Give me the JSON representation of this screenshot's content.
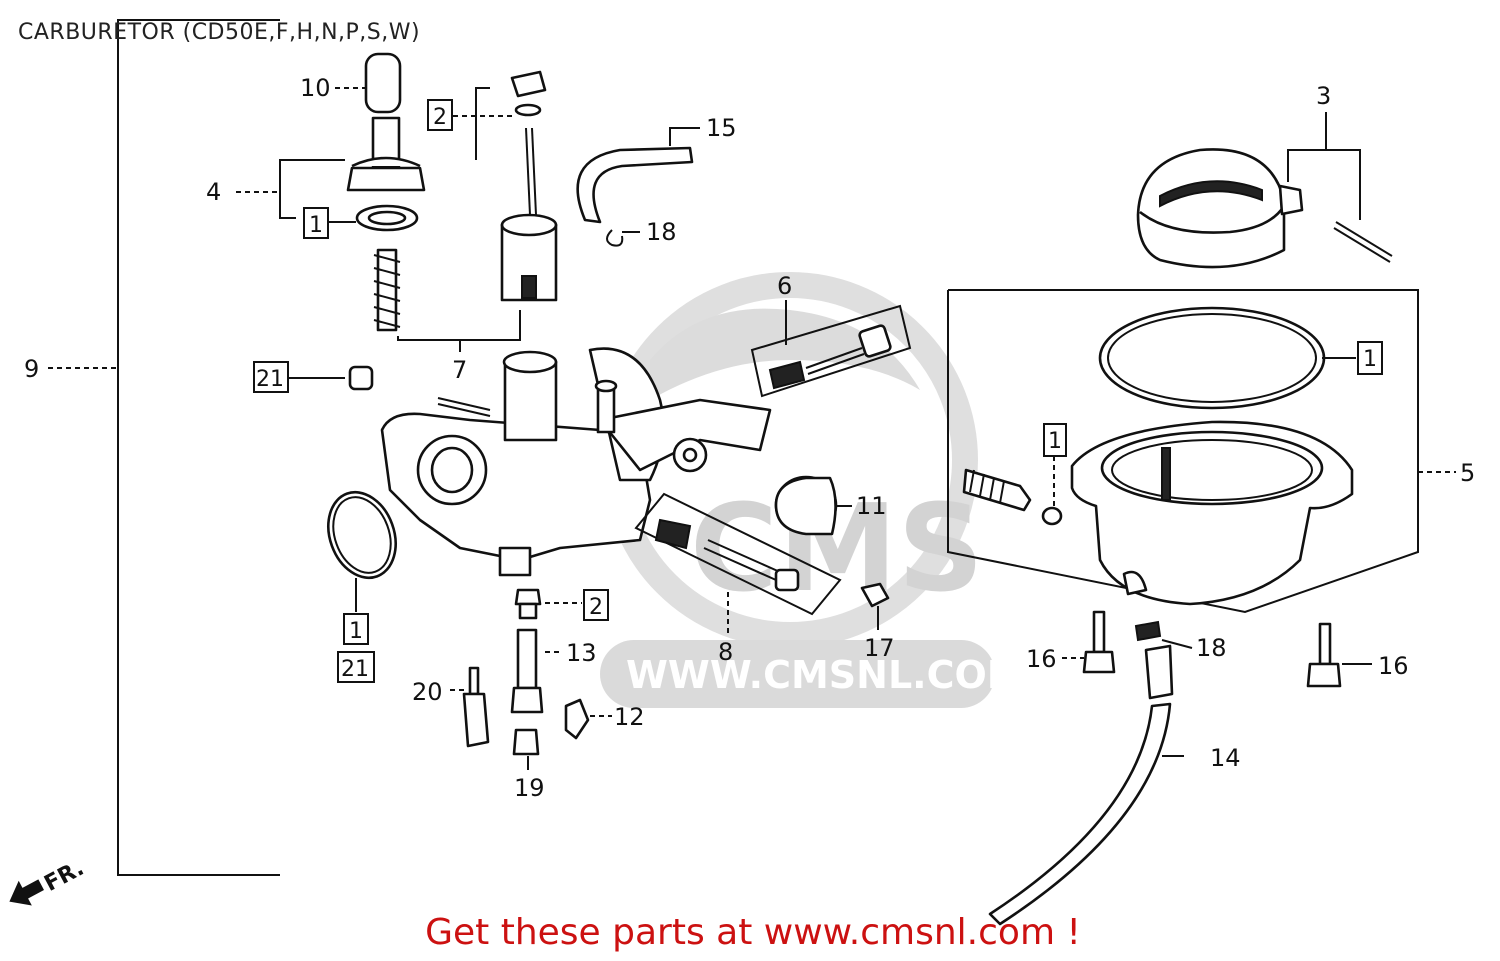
{
  "title": "CARBURETOR (CD50E,F,H,N,P,S,W)",
  "footer": "Get these parts at www.cmsnl.com !",
  "watermark": {
    "logo_text": "CMS",
    "url_text": "WWW.CMSNL.COM"
  },
  "front_indicator": "FR.",
  "callouts": {
    "n1": "1",
    "n2": "2",
    "n3": "3",
    "n4": "4",
    "n5": "5",
    "n6": "6",
    "n7": "7",
    "n8": "8",
    "n9": "9",
    "n10": "10",
    "n11": "11",
    "n12": "12",
    "n13": "13",
    "n14": "14",
    "n15": "15",
    "n16": "16",
    "n17": "17",
    "n18": "18",
    "n19": "19",
    "n20": "20",
    "n21": "21"
  },
  "colors": {
    "ink": "#111111",
    "footer": "#cc1111",
    "watermark": "#d9d9d9"
  }
}
